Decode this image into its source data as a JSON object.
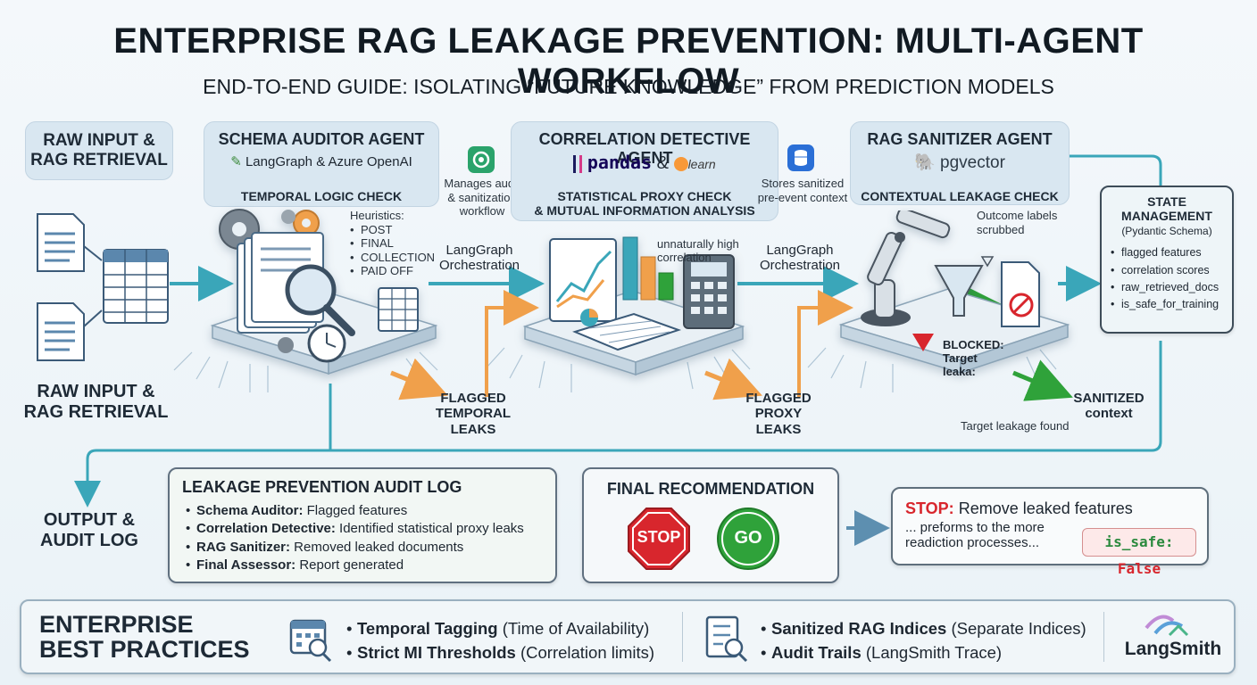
{
  "header": {
    "title": "ENTERPRISE RAG LEAKAGE PREVENTION: MULTI-AGENT WORKFLOW",
    "subtitle": "END-TO-END GUIDE: ISOLATING “FUTURE KNOWLEDGE” FROM PREDICTION MODELS"
  },
  "input": {
    "box_label": "RAW INPUT &\nRAG RETRIEVAL",
    "bottom_label": "RAW INPUT &\nRAG RETRIEVAL"
  },
  "schema_agent": {
    "title": "SCHEMA AUDITOR AGENT",
    "tools": "LangGraph & Azure OpenAI",
    "check": "TEMPORAL LOGIC CHECK",
    "heuristics_title": "Heuristics:",
    "heuristics": [
      "POST",
      "FINAL",
      "COLLECTION",
      "PAID OFF"
    ],
    "flag_label": "FLAGGED\nTEMPORAL\nLEAKS"
  },
  "connector_1": {
    "note": "Manages audit\n& sanitization\nworkflow",
    "label": "LangGraph\nOrchestration"
  },
  "correlation_agent": {
    "title": "CORRELATION DETECTIVE AGENT",
    "tools_left": "pandas",
    "tools_amp": "&",
    "tools_right": "learn",
    "check": "STATISTICAL PROXY CHECK\n& MUTUAL INFORMATION ANALYSIS",
    "note": "unnaturally high\ncorrelation",
    "flag_label": "FLAGGED\nPROXY\nLEAKS"
  },
  "connector_2": {
    "note": "Stores sanitized\npre-event context",
    "label": "LangGraph\nOrchestration"
  },
  "sanitizer_agent": {
    "title": "RAG SANITIZER AGENT",
    "tools": "pgvector",
    "check": "CONTEXTUAL LEAKAGE CHECK",
    "scrub_note": "Outcome labels\nscrubbed",
    "blocked": "BLOCKED:\nTarget\nleaka:",
    "found": "Target leakage found",
    "sanitized": "SANITIZED\ncontext"
  },
  "state": {
    "title": "STATE\nMANAGEMENT",
    "subtitle": "(Pydantic Schema)",
    "items": [
      "flagged features",
      "correlation scores",
      "raw_retrieved_docs",
      "is_safe_for_training"
    ]
  },
  "output": {
    "label": "OUTPUT &\nAUDIT LOG"
  },
  "audit_log": {
    "title": "LEAKAGE PREVENTION AUDIT LOG",
    "rows": [
      {
        "key": "Schema Auditor:",
        "value": " Flagged features"
      },
      {
        "key": "Correlation Detective:",
        "value": " Identified statistical proxy leaks"
      },
      {
        "key": "RAG Sanitizer:",
        "value": " Removed leaked documents"
      },
      {
        "key": "Final Assessor:",
        "value": " Report generated"
      }
    ]
  },
  "recommendation": {
    "title": "FINAL RECOMMENDATION",
    "stop": "STOP",
    "go": "GO"
  },
  "result": {
    "stop_prefix": "STOP:",
    "stop_text": " Remove leaked features",
    "line2": "... preforms to the more",
    "line3": "readiction processes...",
    "safe_key": "is_safe:",
    "safe_value": " False"
  },
  "best_practices": {
    "title": "ENTERPRISE\nBEST PRACTICES",
    "left": [
      {
        "bold": "Temporal Tagging",
        "rest": " (Time of Availability)"
      },
      {
        "bold": "Strict MI Thresholds",
        "rest": " (Correlation limits)"
      }
    ],
    "right": [
      {
        "bold": "Sanitized RAG Indices",
        "rest": " (Separate Indices)"
      },
      {
        "bold": "Audit Trails",
        "rest": " (LangSmith Trace)"
      }
    ],
    "brand": "LangSmith"
  },
  "colors": {
    "accent_teal": "#3aa6b9",
    "flag_orange": "#f0a04b",
    "stop_red": "#d8262d",
    "go_green": "#2fa23a",
    "panel_blue": "#d9e7f1"
  }
}
